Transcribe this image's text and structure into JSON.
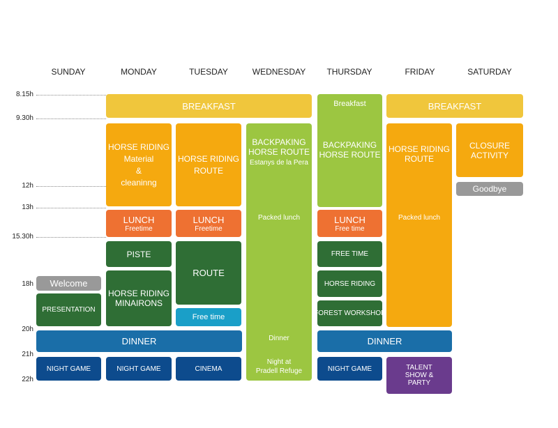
{
  "days": [
    "SUNDAY",
    "MONDAY",
    "TUESDAY",
    "WEDNESDAY",
    "THURSDAY",
    "FRIDAY",
    "SATURDAY"
  ],
  "times": [
    "8.15h",
    "9.30h",
    "12h",
    "13h",
    "15.30h",
    "18h",
    "20h",
    "21h",
    "22h"
  ],
  "blocks": {
    "breakfast_mon_wed": "BREAKFAST",
    "breakfast_thu": "Breakfast",
    "breakfast_fri_sat": "BREAKFAST",
    "mon_morning": [
      "HORSE RIDING",
      "Material",
      "&",
      "cleaninng"
    ],
    "tue_morning": [
      "HORSE RIDING",
      "ROUTE"
    ],
    "wed_route": {
      "title1": "BACKPAKING",
      "title2": "HORSE ROUTE",
      "sub": "Estanys de la Pera"
    },
    "thu_morning": [
      "BACKPAKING",
      "HORSE ROUTE"
    ],
    "fri_route": [
      "HORSE RIDING",
      "ROUTE"
    ],
    "sat_closure": [
      "CLOSURE",
      "ACTIVITY"
    ],
    "sat_goodbye": "Goodbye",
    "mon_lunch": {
      "title": "LUNCH",
      "sub": "Freetime"
    },
    "tue_lunch": {
      "title": "LUNCH",
      "sub": "Freetime"
    },
    "thu_lunch": {
      "title": "LUNCH",
      "sub": "Free time"
    },
    "wed_packed": "Packed lunch",
    "fri_packed": "Packed lunch",
    "mon_piste": "PISTE",
    "mon_minairons": [
      "HORSE RIDING",
      "MINAIRONS"
    ],
    "tue_route": "ROUTE",
    "tue_freetime": "Free time",
    "thu_freetime": "FREE TIME",
    "thu_horse": "HORSE RIDING",
    "thu_forest": "FOREST WORKSHOP",
    "sun_welcome": "Welcome",
    "sun_presentation": "PRESENTATION",
    "dinner_sun_tue": "DINNER",
    "wed_dinner": "Dinner",
    "dinner_thu_fri": "DINNER",
    "sun_night": "NIGHT GAME",
    "mon_night": "NIGHT GAME",
    "tue_night": "CINEMA",
    "wed_night": [
      "Night at",
      "Pradell Refuge"
    ],
    "thu_night": "NIGHT GAME",
    "fri_night": [
      "TALENT",
      "SHOW &",
      "PARTY"
    ]
  },
  "colors": {
    "breakfast": "#f0c63c",
    "activity": "#f5a90f",
    "lunch": "#ee7132",
    "backpacking": "#9cc641",
    "afternoon": "#2f6e35",
    "dinner": "#1a6ea8",
    "night": "#0d4b8d",
    "welcome": "#999999",
    "party": "#6a3b8d",
    "freetime": "#1a9fc8"
  }
}
